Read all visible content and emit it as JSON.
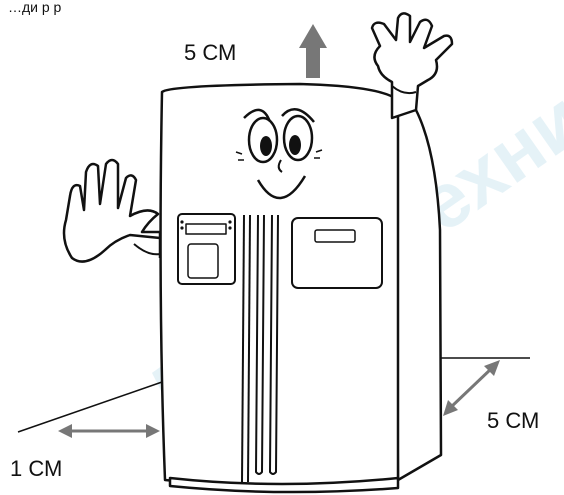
{
  "caption": "…ди               р       р",
  "labels": {
    "top_gap": "5 СМ",
    "right_gap": "5 СМ",
    "left_gap": "1 СМ"
  },
  "watermark": "ЛИНТА-техника",
  "colors": {
    "line": "#111111",
    "arrow_fill": "#777777",
    "watermark": "#8ec9df"
  }
}
